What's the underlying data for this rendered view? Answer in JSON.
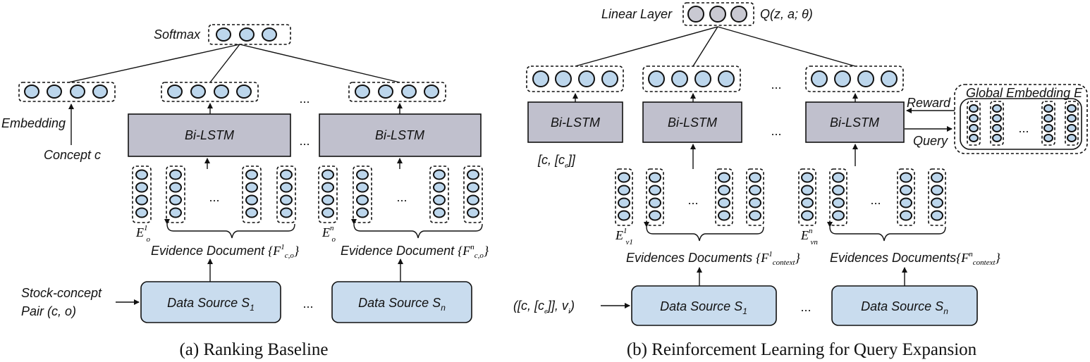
{
  "left": {
    "softmax": "Softmax",
    "embedding": "Embedding",
    "concept": "Concept c",
    "bilstm": "Bi-LSTM",
    "ellipsis": "...",
    "e1_main": "E",
    "e1_sup": "1",
    "e1_sub": "o",
    "en_main": "E",
    "en_sup": "n",
    "en_sub": "o",
    "evid1_text": "Evidence Document ",
    "evid1_f": "{F",
    "evid1_sup": "1",
    "evid1_sub": "c,o",
    "evid1_close": "}",
    "evidn_text": "Evidence Document ",
    "evidn_f": "{F",
    "evidn_sup": "n",
    "evidn_sub": "c,o",
    "evidn_close": "}",
    "pair_line1": "Stock-concept",
    "pair_line2": "Pair (c, o)",
    "ds1_main": "Data Source S",
    "ds1_sub": "1",
    "dsn_main": "Data Source S",
    "dsn_sub": "n",
    "caption": "(a)  Ranking Baseline"
  },
  "right": {
    "linear": "Linear Layer",
    "q": "Q(z, a; θ)",
    "bilstm": "Bi-LSTM",
    "ellipsis": "...",
    "cce_open": "[c, [c",
    "cce_sub": "e",
    "cce_close": "]]",
    "global": "Global Embedding E",
    "reward": "Reward",
    "query": "Query",
    "ev1_main": "E",
    "ev1_sup": "1",
    "ev1_sub": "v1",
    "evn_main": "E",
    "evn_sup": "n",
    "evn_sub": "vn",
    "evid1_text": "Evidences Documents ",
    "evid1_f": "{F",
    "evid1_sup": "1",
    "evid1_sub": "context",
    "evid1_close": "}",
    "evidn_text": "Evidences Documents",
    "evidn_f": "{F",
    "evidn_sup": "n",
    "evidn_sub": "context",
    "evidn_close": "}",
    "input_open": "([c, [c",
    "input_sub_e": "e",
    "input_mid": "]], v",
    "input_sub_i": "i",
    "input_close": ")",
    "ds1_main": "Data Source S",
    "ds1_sub": "1",
    "dsn_main": "Data Source S",
    "dsn_sub": "n",
    "caption": "(b)  Reinforcement Learning for Query Expansion"
  },
  "colors": {
    "node": "#bcd6ec",
    "lstm": "#c0c0cd",
    "datasource": "#c9dcee",
    "q_node": "#c9c9d2"
  }
}
